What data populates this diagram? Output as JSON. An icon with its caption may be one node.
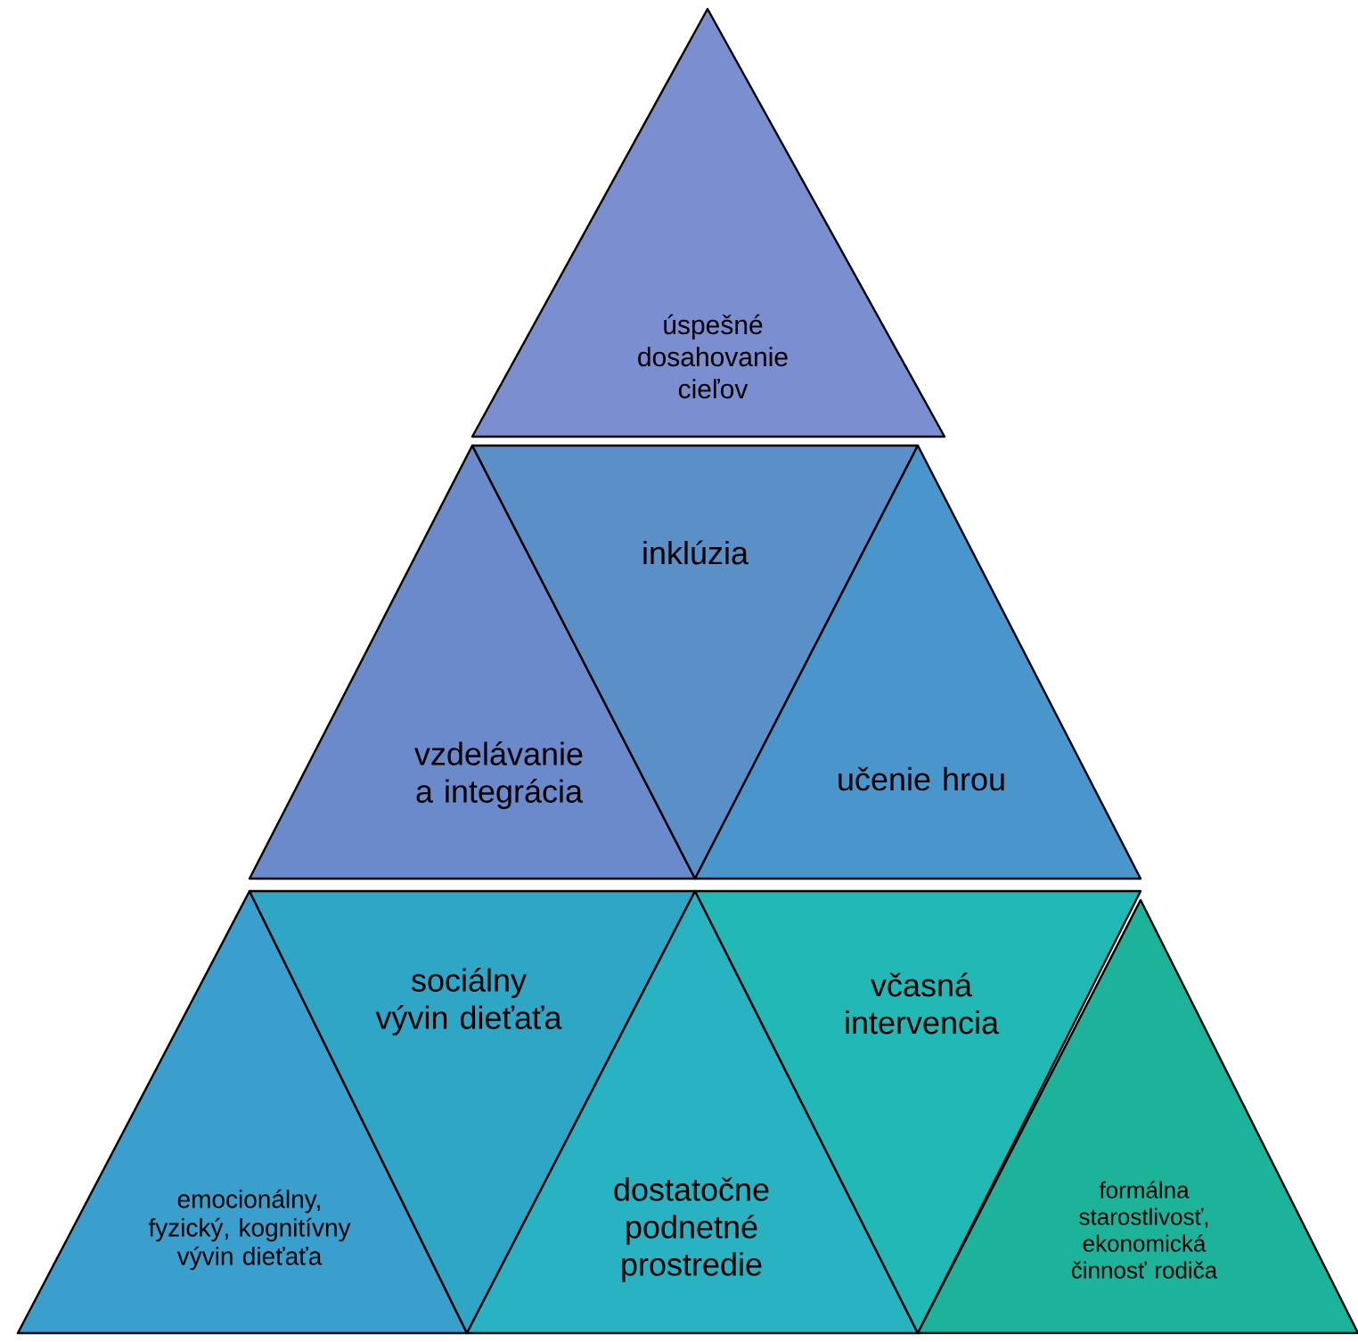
{
  "diagram": {
    "nodes": [
      {
        "text": [
          "úspešné dosahovanie cieľov"
        ]
      },
      {
        "text": [
          "vzdelávanie a integrácia"
        ]
      },
      {
        "text": [
          "inklúzia"
        ]
      },
      {
        "text": [
          "učenie hrou"
        ]
      },
      {
        "text": [
          "emocionálny, fyzický, kognitívny vývin dieťaťa"
        ]
      },
      {
        "text": [
          "sociálny vývin dieťaťa"
        ]
      },
      {
        "text": [
          "dostatočne podnetné prostredie"
        ]
      },
      {
        "text": [
          "včasná intervencia"
        ]
      },
      {
        "text": [
          "formálna starostlivosť, ekonomická činnosť rodiča"
        ]
      }
    ]
  }
}
